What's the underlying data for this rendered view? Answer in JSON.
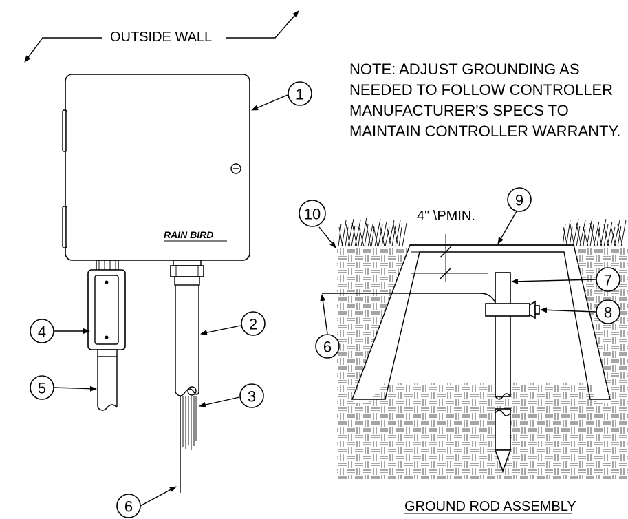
{
  "wall_label": "OUTSIDE WALL",
  "note_lines": [
    "NOTE: ADJUST GROUNDING AS",
    "NEEDED TO FOLLOW CONTROLLER",
    "MANUFACTURER'S SPECS TO",
    "MAINTAIN CONTROLLER WARRANTY."
  ],
  "logo_text": "RAIN BIRD",
  "dimension_label": "4\" \\PMIN.",
  "assembly_title": "GROUND ROD ASSEMBLY",
  "callouts": [
    "1",
    "2",
    "3",
    "4",
    "5",
    "6",
    "6",
    "7",
    "8",
    "9",
    "10"
  ]
}
